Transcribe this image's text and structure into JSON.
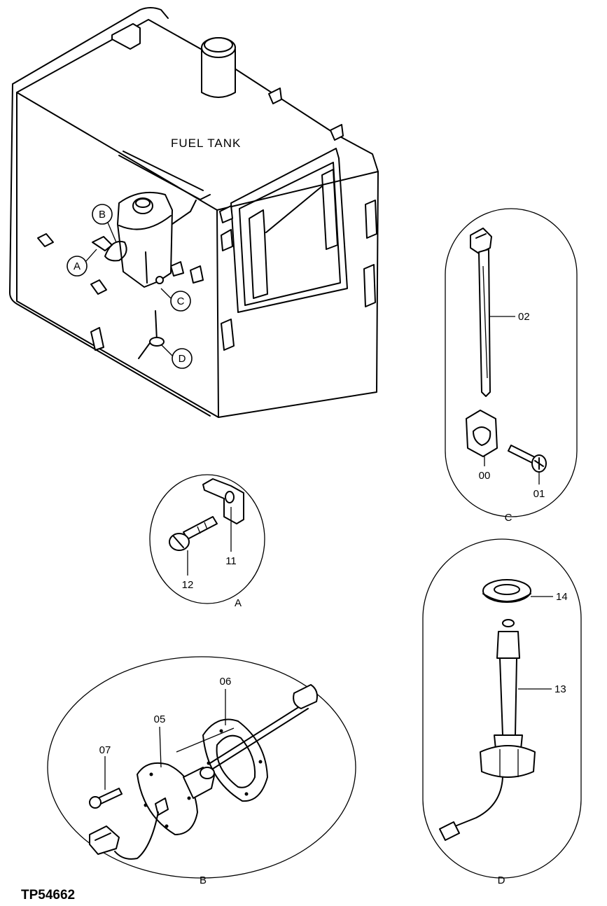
{
  "diagram": {
    "title": "FUEL TANK",
    "drawing_code": "TP54662",
    "callouts": {
      "a": "A",
      "b": "B",
      "c": "C",
      "d": "D"
    },
    "parts": {
      "p00": "00",
      "p01": "01",
      "p02": "02",
      "p05": "05",
      "p06": "06",
      "p07": "07",
      "p11": "11",
      "p12": "12",
      "p13": "13",
      "p14": "14"
    },
    "detail_labels": {
      "a": "A",
      "b": "B",
      "c": "C",
      "d": "D"
    }
  }
}
